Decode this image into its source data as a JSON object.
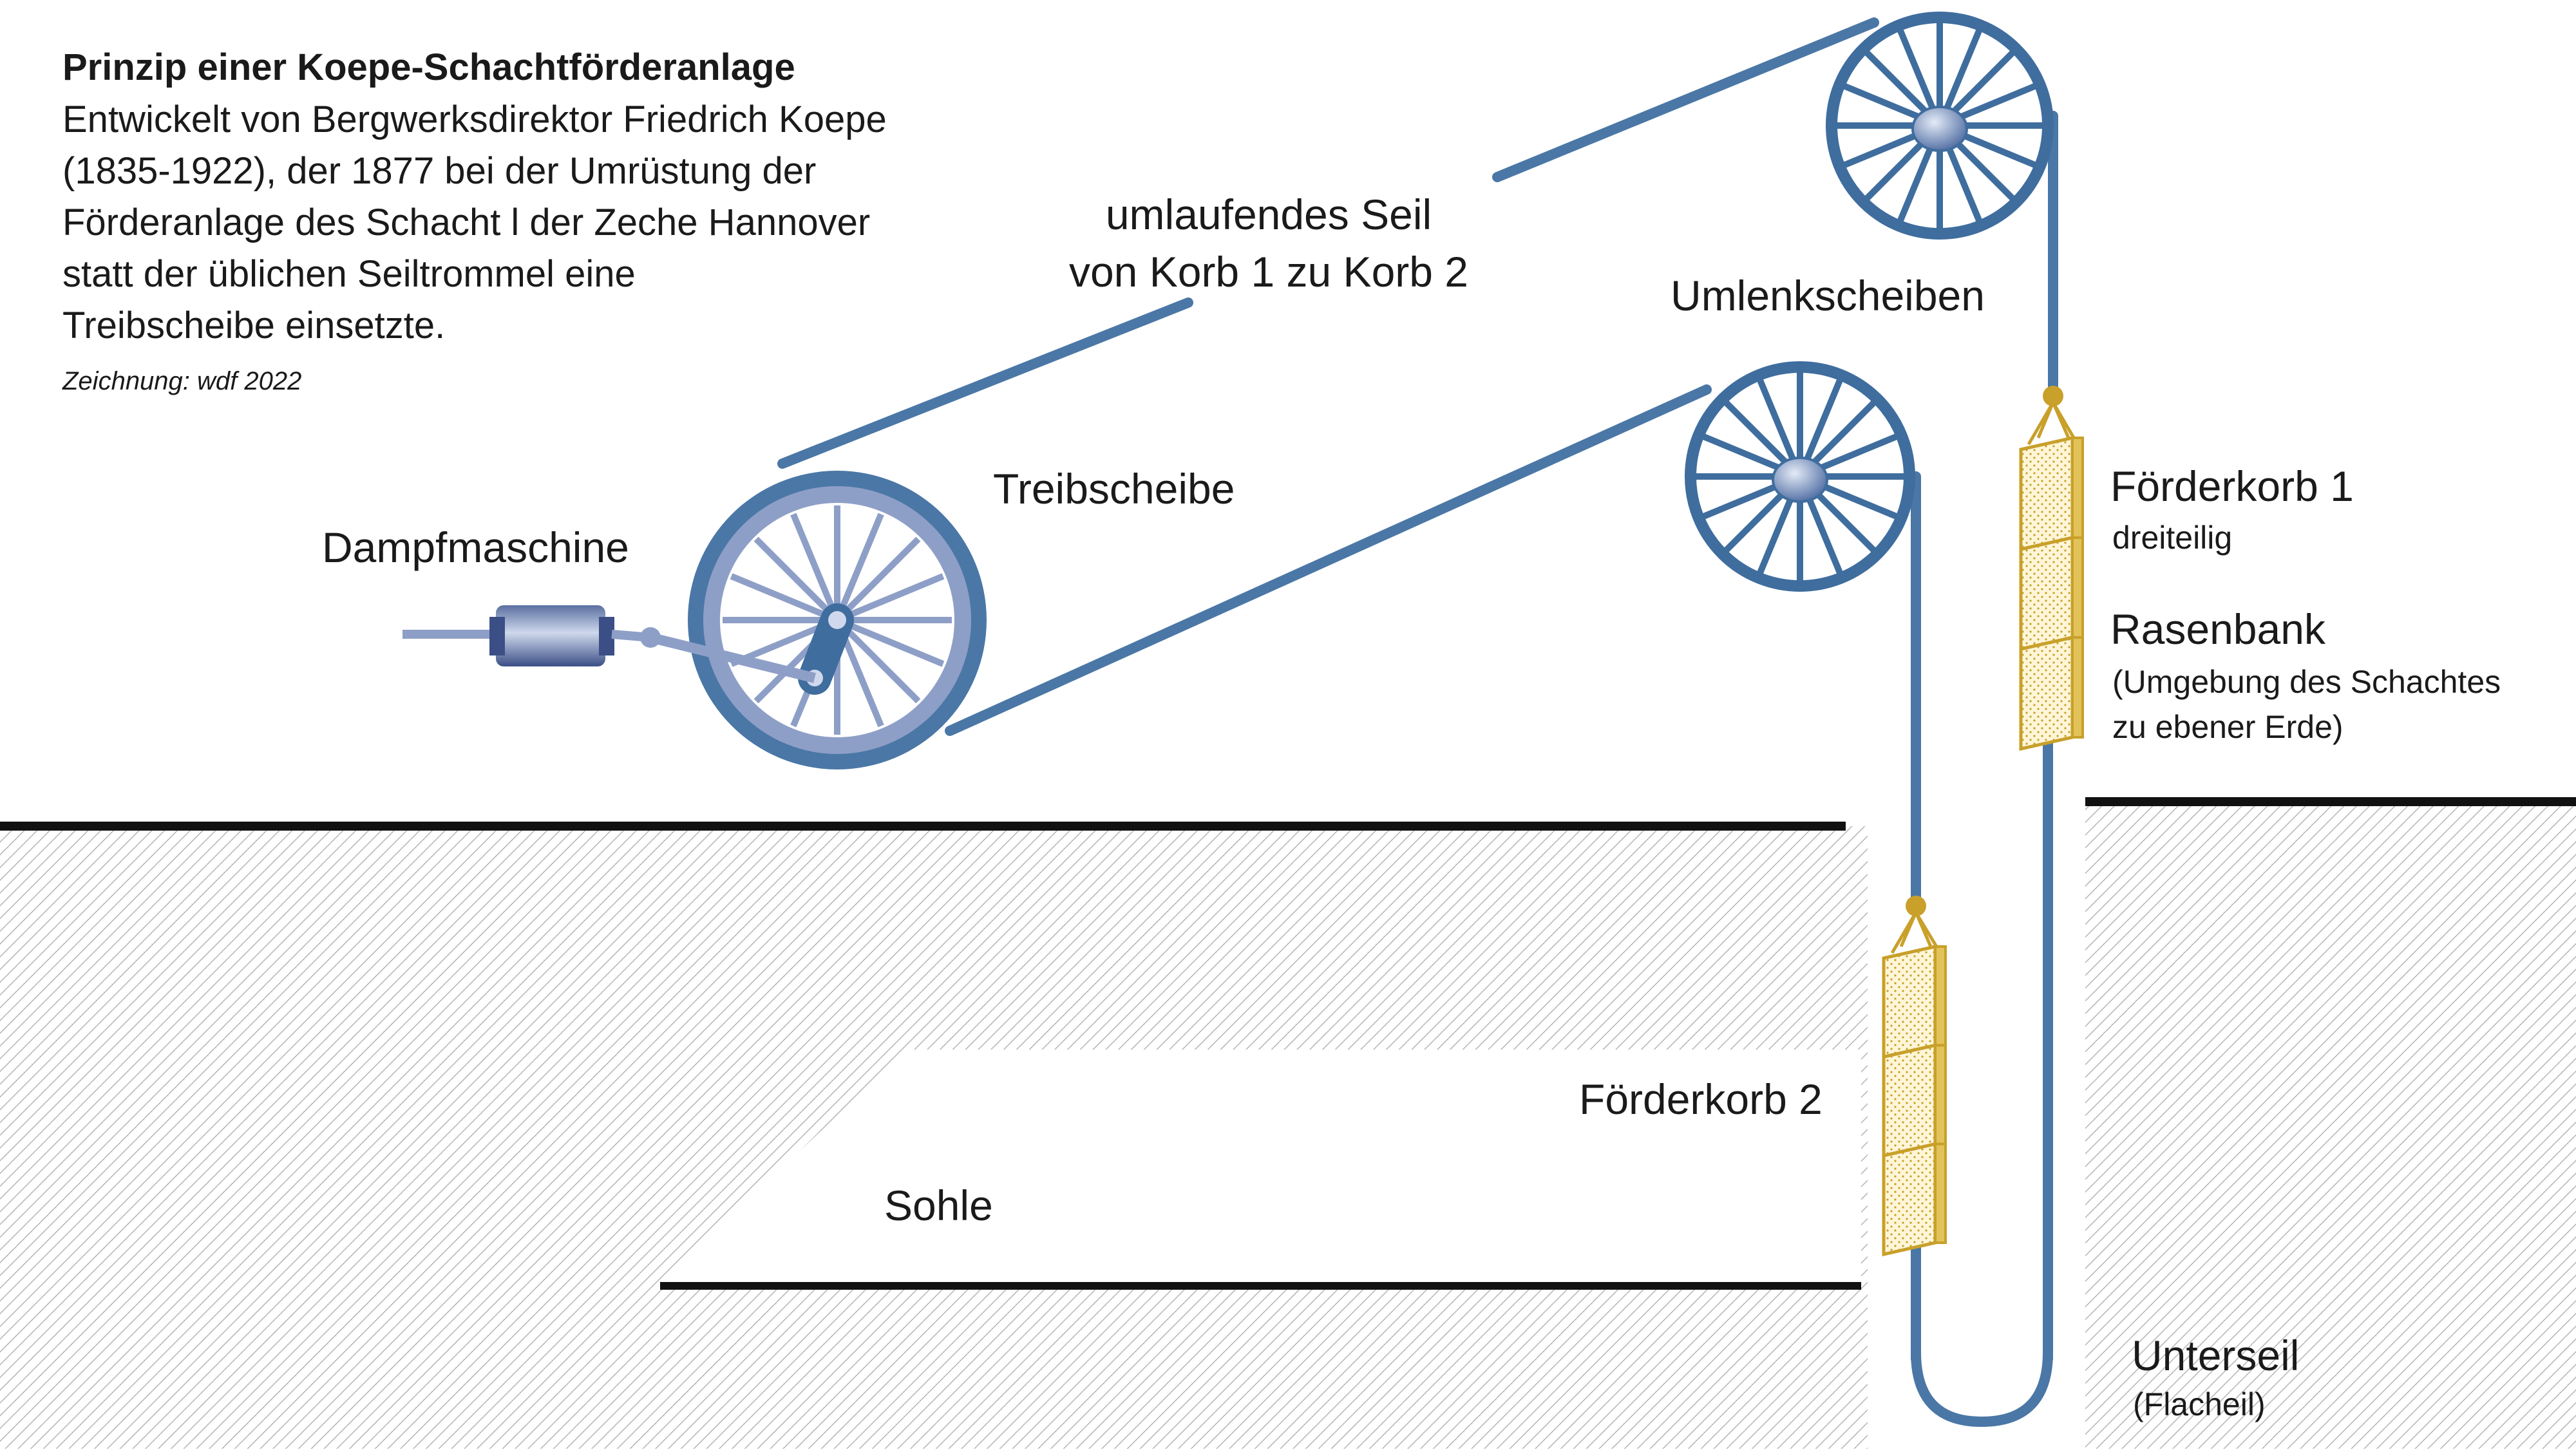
{
  "info": {
    "title": "Prinzip einer Koepe-Schachtförderanlage",
    "description_lines": [
      "Entwickelt von Bergwerksdirektor Friedrich Koepe",
      "(1835-1922), der 1877 bei der Umrüstung der",
      "Förderanlage des Schacht l der Zeche Hannover",
      "statt der üblichen Seiltrommel eine",
      "Treibscheibe einsetzte."
    ],
    "credit": "Zeichnung: wdf 2022"
  },
  "labels": {
    "rope_line1": "umlaufendes Seil",
    "rope_line2": "von Korb 1 zu Korb 2",
    "pulleys": "Umlenkscheiben",
    "drive_sheave": "Treibscheibe",
    "engine": "Dampfmaschine",
    "cage1": "Förderkorb 1",
    "cage1_note": "dreiteilig",
    "bank": "Rasenbank",
    "bank_note_line1": "(Umgebung des Schachtes",
    "bank_note_line2": "zu ebener Erde)",
    "cage2": "Förderkorb 2",
    "level": "Sohle",
    "tail_rope": "Unterseil",
    "tail_rope_note": "(Flacheil)"
  },
  "colors": {
    "rope": "#4a77a6",
    "wheel": "#3f6d9e",
    "sheave_rim": "#8e9fc7",
    "cage": "#c8a02a",
    "ground_line": "#111111",
    "hatch": "#b8b8b8"
  }
}
